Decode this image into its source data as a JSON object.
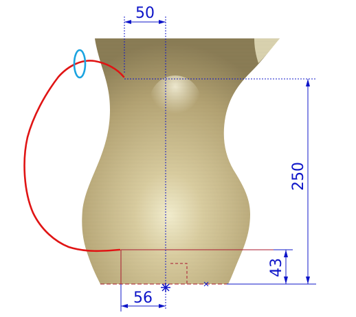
{
  "colors": {
    "dimension": "#0d14c8",
    "reference_line": "#a8162e",
    "sweep_path": "#e01414",
    "selection_marker": "#1aa3e0",
    "body_light": "#f4edc6",
    "body_mid": "#c9b98a",
    "body_dark": "#8d7f57",
    "background": "#ffffff"
  },
  "dimensions": {
    "top_width": "50",
    "height": "250",
    "base_height": "43",
    "base_offset": "56"
  },
  "icons": {
    "origin_marker": "origin-star-icon",
    "end_marker": "x-mark-icon"
  }
}
